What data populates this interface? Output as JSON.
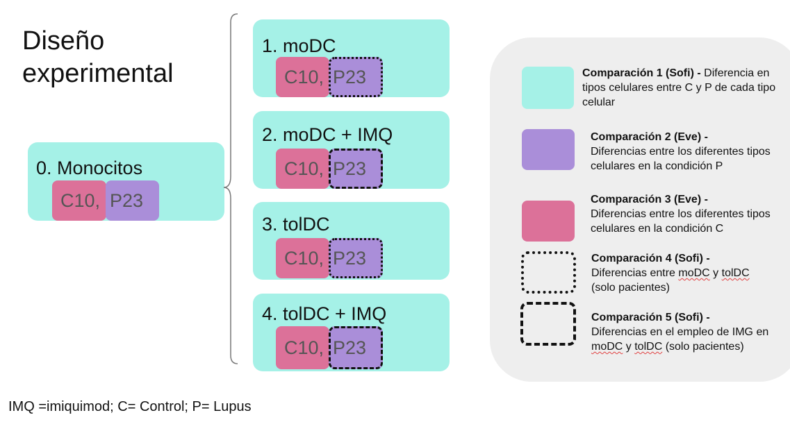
{
  "title": {
    "line1": "Diseño",
    "line2": "experimental"
  },
  "monocitos": {
    "label": "0. Monocitos",
    "chip_c": "C10,",
    "chip_p": "P23"
  },
  "conditions": [
    {
      "label": "1. moDC",
      "chip_c": "C10,",
      "chip_p": "P23"
    },
    {
      "label": "2. moDC + IMQ",
      "chip_c": "C10,",
      "chip_p": "P23"
    },
    {
      "label": "3. tolDC",
      "chip_c": "C10,",
      "chip_p": "P23"
    },
    {
      "label": "4. tolDC + IMQ",
      "chip_c": "C10,",
      "chip_p": "P23"
    }
  ],
  "legend": [
    {
      "swatch": "cyan",
      "bold": "Comparación 1 (Sofi) -",
      "rest": " Diferencia en tipos celulares entre C y P de cada tipo celular"
    },
    {
      "swatch": "purple",
      "bold": "Comparación 2 (Eve) -",
      "rest": "Diferencias entre los diferentes tipos celulares en la condición P"
    },
    {
      "swatch": "pink",
      "bold": "Comparación 3 (Eve) -",
      "rest": "Diferencias entre los diferentes tipos celulares en la condición C"
    },
    {
      "swatch": "dotted-border",
      "bold": "Comparación 4 (Sofi) -",
      "rest_a": "Diferencias entre ",
      "rest_b": "moDC",
      "rest_c": " y ",
      "rest_d": "tolDC",
      "rest_e": "(solo pacientes)"
    },
    {
      "swatch": "dashed-border",
      "bold": "Comparación 5 (Sofi) -",
      "rest_a": "Diferencias en el empleo de IMG en ",
      "rest_b": "moDC",
      "rest_c": " y ",
      "rest_d": "tolDC",
      "rest_e": " (solo pacientes)"
    }
  ],
  "footnote": "IMQ =imiquimod; C= Control; P= Lupus",
  "colors": {
    "cyan": "#a5f1e7",
    "pink": "#dc7199",
    "purple": "#aa8ed9",
    "panel": "#eeeeee"
  }
}
